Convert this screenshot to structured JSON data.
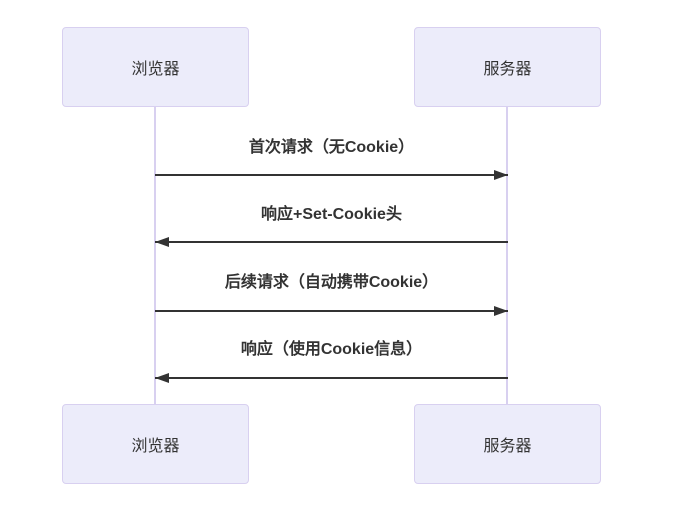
{
  "diagram": {
    "type": "sequence-diagram",
    "background": "#ffffff",
    "actors": [
      {
        "id": "browser",
        "label": "浏览器"
      },
      {
        "id": "server",
        "label": "服务器"
      }
    ],
    "messages": [
      {
        "from": "browser",
        "to": "server",
        "direction": "right",
        "label": "首次请求（无Cookie）"
      },
      {
        "from": "server",
        "to": "browser",
        "direction": "left",
        "label": "响应+Set-Cookie头"
      },
      {
        "from": "browser",
        "to": "server",
        "direction": "right",
        "label": "后续请求（自动携带Cookie）"
      },
      {
        "from": "server",
        "to": "browser",
        "direction": "left",
        "label": "响应（使用Cookie信息）"
      }
    ],
    "colors": {
      "actor_fill": "#ececfa",
      "actor_border": "#d8d0f0",
      "lifeline": "#d8d0f0",
      "message_line": "#333333",
      "text": "#333333"
    }
  }
}
